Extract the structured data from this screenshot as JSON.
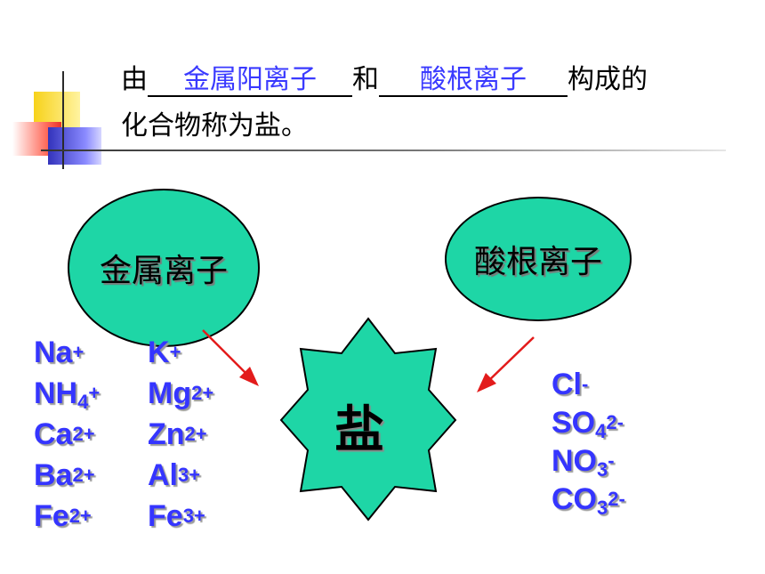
{
  "sentence": {
    "prefix": "由",
    "blank1": "金属阳离子",
    "mid": "和",
    "blank2": "酸根离子",
    "suffix": "构成的",
    "line2": "化合物称为盐。"
  },
  "left_oval": "金属离子",
  "right_oval": "酸根离子",
  "center_star": "盐",
  "left_ions_col1": [
    {
      "base": "Na",
      "sub": "",
      "charge": "+"
    },
    {
      "base": "NH",
      "sub": "4",
      "charge": "+"
    },
    {
      "base": "Ca",
      "sub": "",
      "charge": "2+"
    },
    {
      "base": "Ba",
      "sub": "",
      "charge": "2+"
    },
    {
      "base": "Fe",
      "sub": "",
      "charge": "2+"
    }
  ],
  "left_ions_col2": [
    {
      "base": "K",
      "sub": "",
      "charge": "+"
    },
    {
      "base": "Mg",
      "sub": "",
      "charge": "2+"
    },
    {
      "base": "Zn",
      "sub": "",
      "charge": "2+"
    },
    {
      "base": "Al",
      "sub": "",
      "charge": "3+"
    },
    {
      "base": "Fe",
      "sub": "",
      "charge": "3+"
    }
  ],
  "right_ions": [
    {
      "base": "Cl",
      "sub": "",
      "charge": "-"
    },
    {
      "base": "SO",
      "sub": "4",
      "charge": "2-"
    },
    {
      "base": "NO",
      "sub": "3",
      "charge": "-"
    },
    {
      "base": "CO",
      "sub": "3",
      "charge": "2-"
    }
  ],
  "colors": {
    "oval_fill": "#1ed6a6",
    "ion_text": "#3535ff",
    "blank_text": "#3a3aff",
    "arrow": "#e31b1b"
  }
}
